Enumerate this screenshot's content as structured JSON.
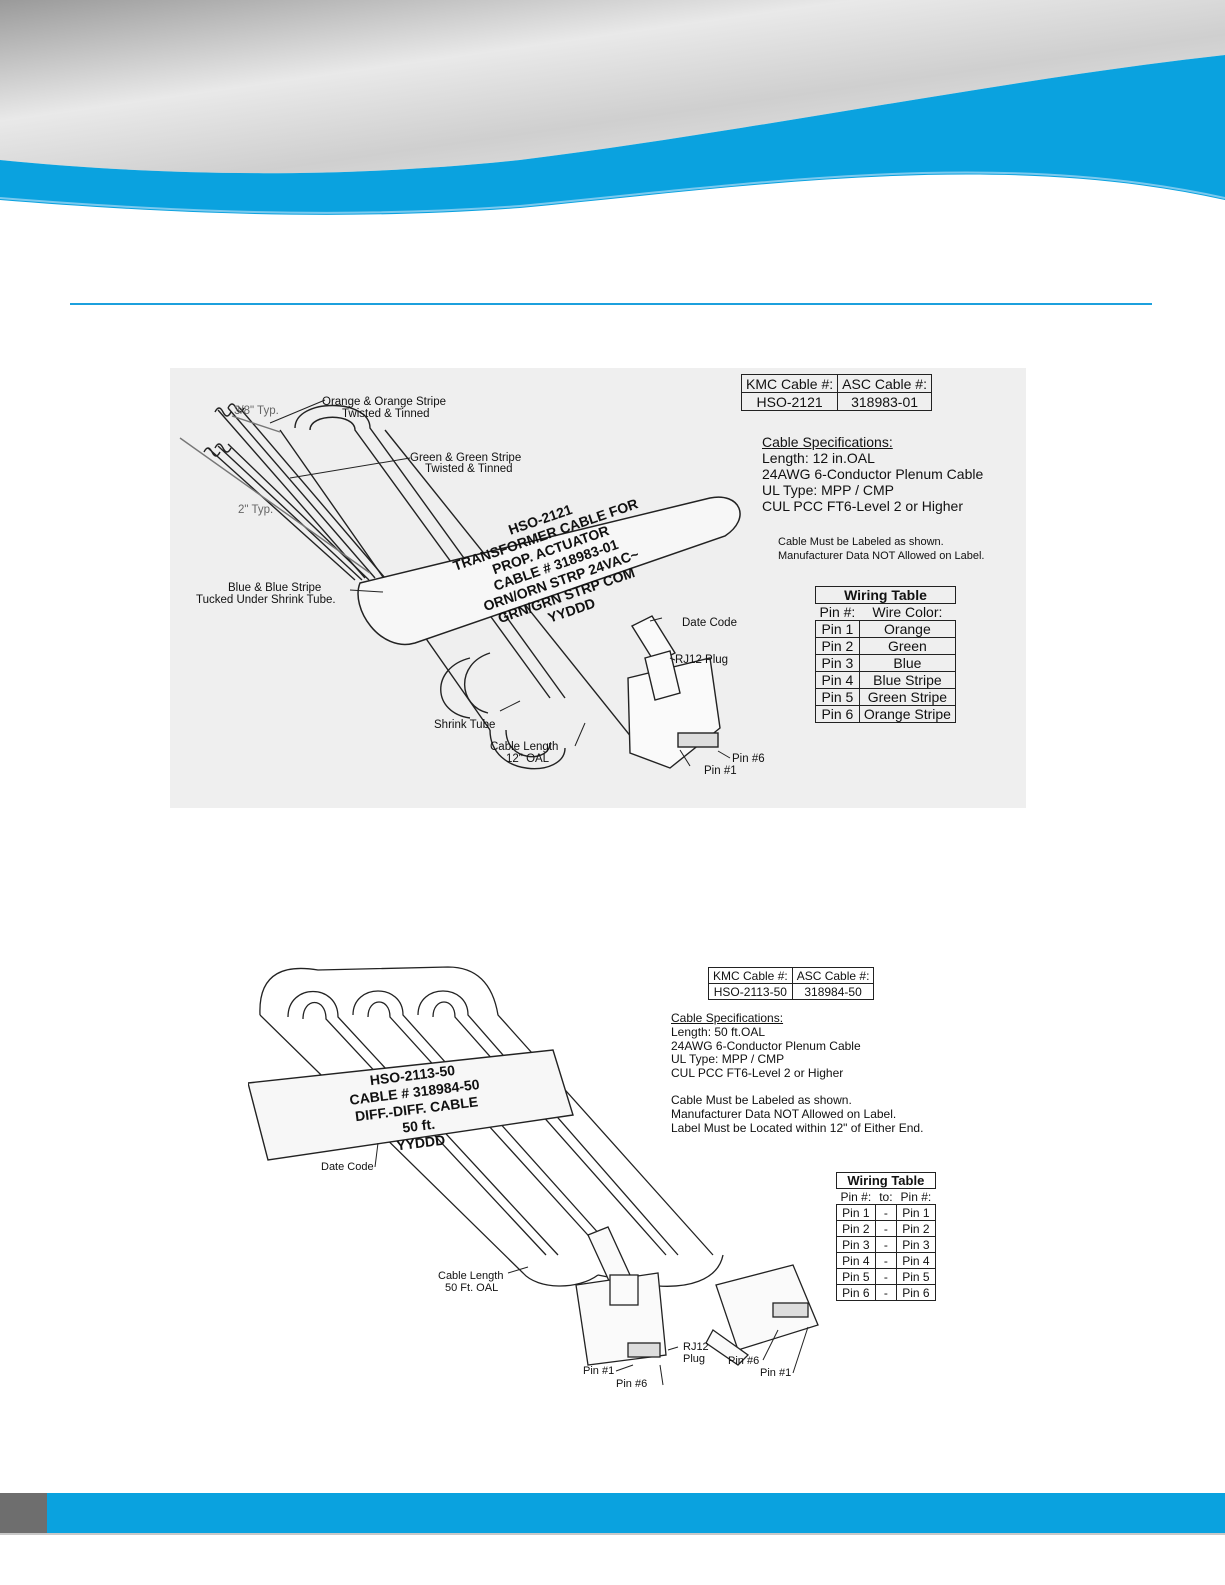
{
  "diagram1": {
    "table_header": [
      "KMC Cable #:",
      "ASC Cable #:"
    ],
    "table_row": [
      "HSO-2121",
      "318983-01"
    ],
    "spec_heading": "Cable Specifications:",
    "specs": [
      "Length: 12 in.OAL",
      "24AWG 6-Conductor Plenum Cable",
      "UL Type:  MPP / CMP",
      "CUL PCC FT6-Level 2 or Higher"
    ],
    "notes": [
      "Cable Must be Labeled as shown.",
      "Manufacturer Data NOT Allowed on Label."
    ],
    "wiring_title": "Wiring Table",
    "wiring_header": [
      "Pin #:",
      "Wire Color:"
    ],
    "wiring_rows": [
      [
        "Pin 1",
        "Orange"
      ],
      [
        "Pin 2",
        "Green"
      ],
      [
        "Pin 3",
        "Blue"
      ],
      [
        "Pin 4",
        "Blue Stripe"
      ],
      [
        "Pin 5",
        "Green Stripe"
      ],
      [
        "Pin 6",
        "Orange Stripe"
      ]
    ],
    "callouts": {
      "orange_1": "Orange & Orange Stripe",
      "orange_2": "Twisted & Tinned",
      "green_1": "Green & Green Stripe",
      "green_2": "Twisted & Tinned",
      "dim_38": "3/8\" Typ.",
      "dim_2": "2\" Typ.",
      "blue_1": "Blue & Blue Stripe",
      "blue_2": "Tucked Under Shrink Tube.",
      "date_code": "Date Code",
      "rj12": "RJ12 Plug",
      "shrink": "Shrink Tube",
      "length_1": "Cable Length",
      "length_2": "12\" OAL",
      "pin6": "Pin #6",
      "pin1": "Pin #1"
    },
    "label_lines": [
      "HSO-2121",
      "TRANSFORMER CABLE FOR",
      "PROP. ACTUATOR",
      "CABLE # 318983-01",
      "ORN/ORN STRP  24VAC~",
      "GRN/GRN STRP    COM",
      "YYDDD"
    ]
  },
  "diagram2": {
    "table_header": [
      "KMC Cable #:",
      "ASC Cable #:"
    ],
    "table_row": [
      "HSO-2113-50",
      "318984-50"
    ],
    "spec_heading": "Cable Specifications:",
    "specs": [
      "Length: 50 ft.OAL",
      "24AWG 6-Conductor Plenum Cable",
      "UL Type:  MPP / CMP",
      "CUL PCC FT6-Level 2 or Higher"
    ],
    "notes": [
      "Cable Must be Labeled as shown.",
      "Manufacturer Data NOT Allowed on Label.",
      "Label Must be Located within 12\" of Either End."
    ],
    "wiring_title": "Wiring Table",
    "wiring_header": [
      "Pin #:",
      "to:",
      "Pin #:"
    ],
    "wiring_rows": [
      [
        "Pin 1",
        "-",
        "Pin 1"
      ],
      [
        "Pin 2",
        "-",
        "Pin 2"
      ],
      [
        "Pin 3",
        "-",
        "Pin 3"
      ],
      [
        "Pin 4",
        "-",
        "Pin 4"
      ],
      [
        "Pin 5",
        "-",
        "Pin 5"
      ],
      [
        "Pin 6",
        "-",
        "Pin 6"
      ]
    ],
    "callouts": {
      "date_code": "Date Code",
      "length_1": "Cable Length",
      "length_2": "50 Ft. OAL",
      "rj12_1": "RJ12",
      "rj12_2": "Plug",
      "pin1_left": "Pin #1",
      "pin6_left": "Pin #6",
      "pin6_right": "Pin #6",
      "pin1_right": "Pin #1"
    },
    "label_lines": [
      "HSO-2113-50",
      "CABLE # 318984-50",
      "DIFF.-DIFF. CABLE",
      "50 ft.",
      "YYDDD"
    ]
  }
}
